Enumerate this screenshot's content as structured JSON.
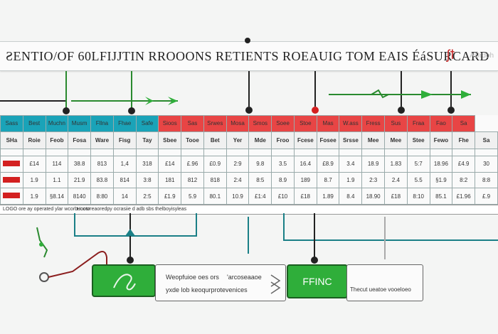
{
  "banner": {
    "title": "ƧENTIO/OF 60LFIJJTIN RROOONS RETIENTS ROEAUIG TOM EAIS ÉáSURCARD",
    "right": "AÚrdoh"
  },
  "grid": {
    "teal_headers": [
      "Sass",
      "Best",
      "Muchn",
      "Musm",
      "Fllna",
      "Fhae",
      "Safe"
    ],
    "red_headers": [
      "Sioos",
      "Sas",
      "Srwes",
      "Mosa",
      "Smos",
      "Soee",
      "Stoe",
      "Mas",
      "W.ass",
      "Fress",
      "Sus",
      "Fraa",
      "Fao",
      "Sa"
    ],
    "sub_headers": [
      "SHa",
      "Roie",
      "Feob",
      "Fosa",
      "Ware",
      "Fisg",
      "Tay",
      "Sbee",
      "Tooe",
      "Bet",
      "Yer",
      "Mde",
      "Froo",
      "Fcese",
      "Fosee",
      "Srsse",
      "Mee",
      "Mee",
      "Stee",
      "Fewo",
      "Fhe",
      "Sa"
    ],
    "rows": [
      [
        "",
        "£14",
        "114",
        "38.8",
        "813",
        "1,4",
        "318",
        "£14",
        "£.96",
        "£0.9",
        "2:9",
        "9.8",
        "3.5",
        "16.4",
        "£8.9",
        "3.4",
        "18.9",
        "1.83",
        "5:7",
        "18.96",
        "£4.9",
        "30"
      ],
      [
        "",
        "1.9",
        "1.1",
        "21.9",
        "83.8",
        "814",
        "3:8",
        "181",
        "812",
        "818",
        "2:4",
        "8:5",
        "8.9",
        "189",
        "8.7",
        "1.9",
        "2:3",
        "2.4",
        "5.5",
        "§1.9",
        "8:2",
        "8:8"
      ],
      [
        "",
        "1.9",
        "§8.14",
        "8140",
        "8:80",
        "14",
        "2:5",
        "£1.9",
        "5.9",
        "80.1",
        "10.9",
        "£1:4",
        "£10",
        "£18",
        "1.89",
        "8.4",
        "18.90",
        "£18",
        "8:10",
        "85.1",
        "£1.96",
        "£.9"
      ]
    ]
  },
  "footer": {
    "left": "LOGO ore ay operated ylar wcorbuoosr",
    "right": "Hcotoreaoredpy ocrasiie d adb sbs thelboyisyleas"
  },
  "notes": {
    "left_box_line1": "Weopfuioe oes ors",
    "left_box_line2": "yxde lob keoqurprotevenices",
    "left_box_arrow": "'arcoseaaoe",
    "right_box": "Thecut ueatoe vooeloeo"
  },
  "buttons": {
    "green_right": "FFINC"
  },
  "colors": {
    "teal": "#1aa3b8",
    "red": "#e84545",
    "green": "#2fae3a"
  }
}
